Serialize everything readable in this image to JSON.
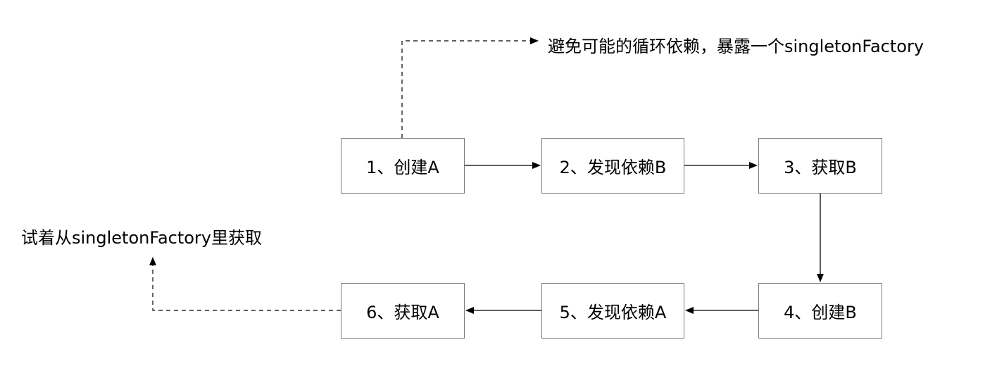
{
  "nodes": {
    "create_a": "1、创建A",
    "discover_b": "2、发现依赖B",
    "get_b": "3、获取B",
    "create_b": "4、创建B",
    "discover_a": "5、发现依赖A",
    "get_a": "6、获取A"
  },
  "notes": {
    "expose_factory": "避免可能的循环依赖，暴露一个singletonFactory",
    "try_factory": "试着从singletonFactory里获取"
  },
  "colors": {
    "node_border": "#7a7a7a",
    "edge": "#000000",
    "background": "#ffffff"
  }
}
